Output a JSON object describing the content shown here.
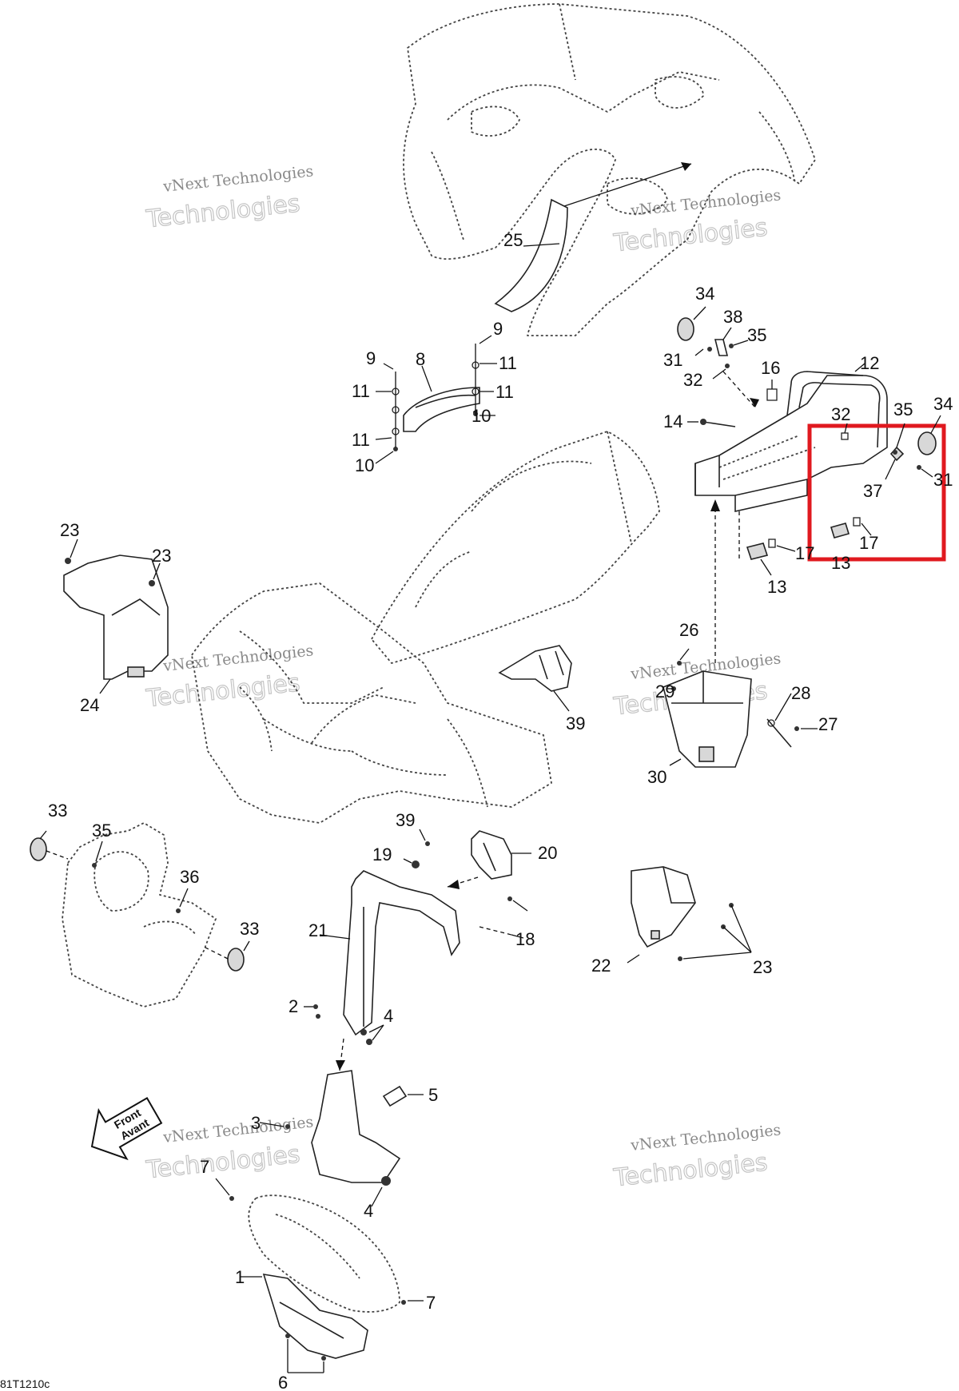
{
  "diagram": {
    "watermark_line1": "vNext Technologies",
    "watermark_line2": "Technologies",
    "drawing_code": "81T1210c",
    "front_arrow": {
      "line1": "Front",
      "line2": "Avant"
    },
    "highlight_color": "#e0191f",
    "callouts": [
      "1",
      "2",
      "3",
      "4",
      "4",
      "5",
      "6",
      "7",
      "7",
      "8",
      "9",
      "9",
      "10",
      "10",
      "11",
      "11",
      "11",
      "11",
      "12",
      "13",
      "13",
      "14",
      "16",
      "17",
      "17",
      "18",
      "19",
      "20",
      "21",
      "22",
      "23",
      "23",
      "23",
      "24",
      "25",
      "26",
      "27",
      "28",
      "29",
      "30",
      "31",
      "31",
      "32",
      "32",
      "33",
      "33",
      "34",
      "34",
      "35",
      "35",
      "35",
      "36",
      "37",
      "38",
      "39",
      "39"
    ]
  }
}
